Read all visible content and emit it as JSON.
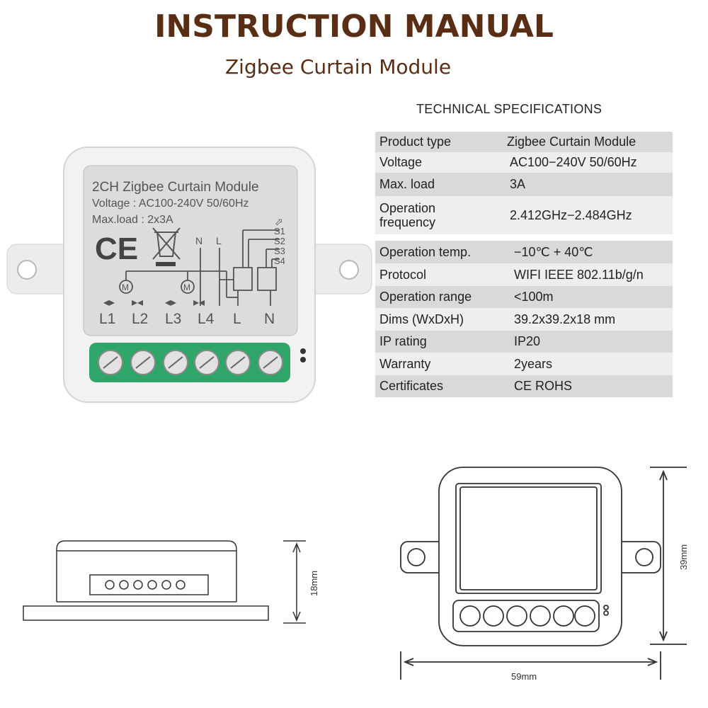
{
  "header": {
    "title": "INSTRUCTION MANUAL",
    "subtitle": "Zigbee Curtain Module"
  },
  "specs": {
    "heading": "TECHNICAL SPECIFICATIONS",
    "group_a": [
      {
        "label": "Product type",
        "value": "Zigbee Curtain Module"
      },
      {
        "label": "Voltage",
        "value": "AC100−240V 50/60Hz"
      },
      {
        "label": "Max. load",
        "value": "3A"
      },
      {
        "label": "Operation frequency",
        "value": "2.412GHz−2.484GHz"
      }
    ],
    "group_b": [
      {
        "label": "Operation temp.",
        "value": "−10℃ + 40℃"
      },
      {
        "label": "Protocol",
        "value": "WIFI  IEEE 802.11b/g/n"
      },
      {
        "label": "Operation range",
        "value": "<100m"
      },
      {
        "label": "Dims (WxDxH)",
        "value": "39.2x39.2x18 mm"
      },
      {
        "label": "IP rating",
        "value": "IP20"
      },
      {
        "label": "Warranty",
        "value": "2years"
      },
      {
        "label": "Certificates",
        "value": "CE ROHS"
      }
    ]
  },
  "device_label": {
    "line1": "2CH Zigbee Curtain Module",
    "line2": "Voltage : AC100-240V 50/60Hz",
    "line3": "Max.load : 2x3A",
    "ce_mark": "CE",
    "terminal_n": "N",
    "terminal_l": "L",
    "switches": [
      "S1",
      "S2",
      "S3",
      "S4"
    ],
    "motor": "M",
    "bottom_terminals": [
      "L1",
      "L2",
      "L3",
      "L4",
      "L",
      "N"
    ]
  },
  "dimensions": {
    "side_height": "18mm",
    "front_height": "39mm",
    "front_width": "59mm"
  }
}
